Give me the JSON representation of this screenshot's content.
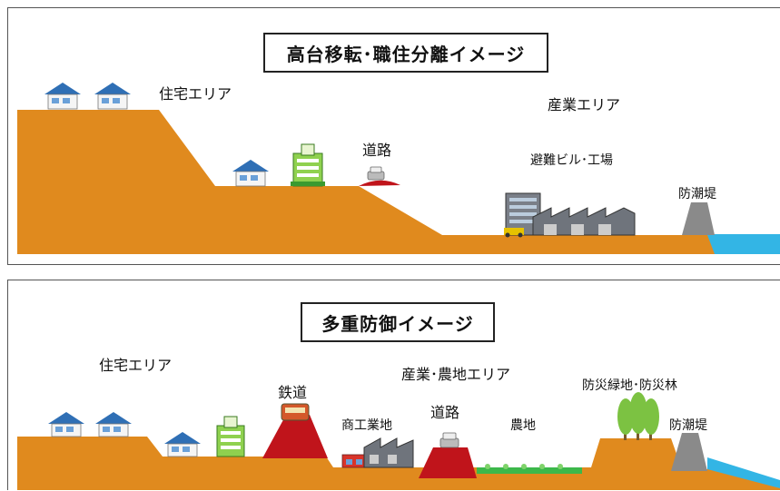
{
  "top_panel": {
    "title": "高台移転･職住分離イメージ",
    "labels": {
      "residential": "住宅エリア",
      "road": "道路",
      "industrial": "産業エリア",
      "evac_building": "避難ビル･工場",
      "seawall": "防潮堤"
    }
  },
  "bottom_panel": {
    "title": "多重防御イメージ",
    "labels": {
      "residential": "住宅エリア",
      "railway": "鉄道",
      "industry_farm": "産業･農地エリア",
      "commercial": "商工業地",
      "road": "道路",
      "farmland": "農地",
      "green_forest": "防災緑地･防災林",
      "seawall": "防潮堤"
    }
  },
  "colors": {
    "ground": "#E08A1E",
    "sea": "#33B5E5",
    "embankment": "#C0141B",
    "farmland": "#3CB84A",
    "trees": "#7CC242",
    "seawall": "#8A8A8A",
    "house_roof": "#2F6FB5"
  }
}
